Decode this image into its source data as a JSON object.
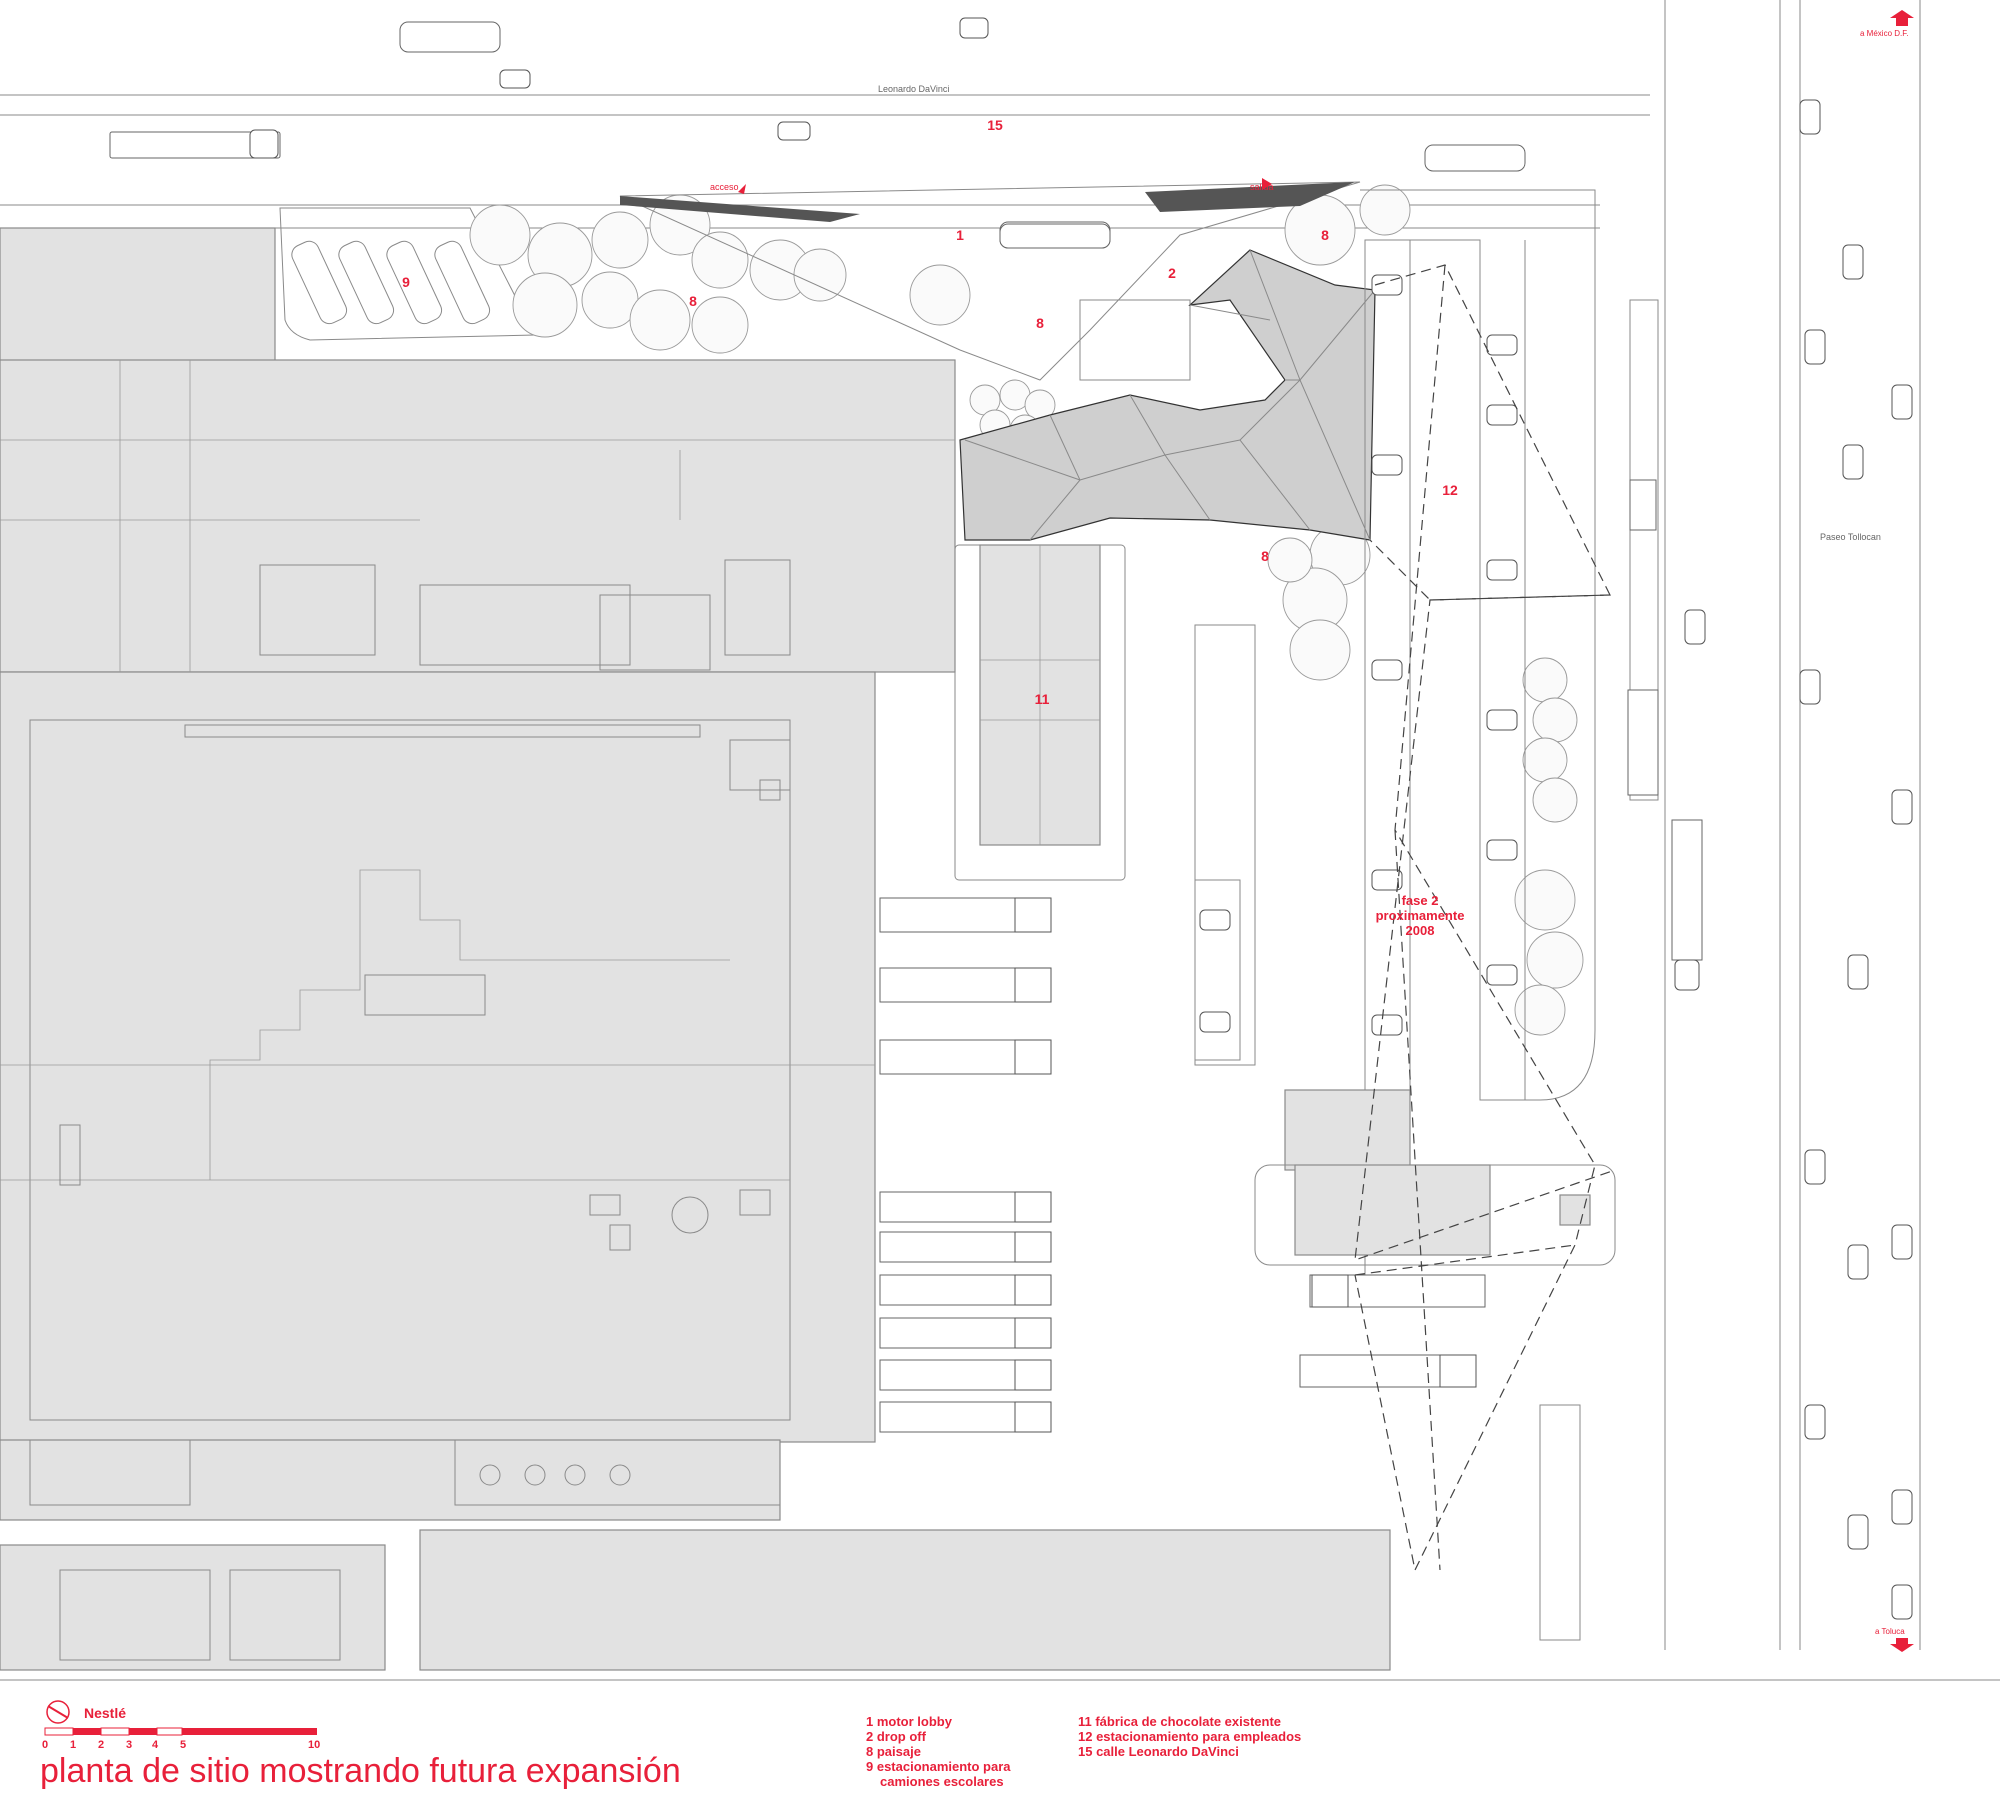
{
  "labels": {
    "street_top": "Leonardo DaVinci",
    "street_right": "Paseo Tollocan",
    "acceso": "acceso",
    "salida": "salida",
    "to_mexico": "a México D.F.",
    "to_toluca": "a Toluca",
    "fase2_line1": "fase 2",
    "fase2_line2": "proximamente",
    "fase2_line3": "2008"
  },
  "zones": [
    {
      "id": "n15",
      "num": "15"
    },
    {
      "id": "n1",
      "num": "1"
    },
    {
      "id": "n2",
      "num": "2"
    },
    {
      "id": "n8a",
      "num": "8"
    },
    {
      "id": "n8b",
      "num": "8"
    },
    {
      "id": "n8c",
      "num": "8"
    },
    {
      "id": "n8d",
      "num": "8"
    },
    {
      "id": "n9",
      "num": "9"
    },
    {
      "id": "n11",
      "num": "11"
    },
    {
      "id": "n12",
      "num": "12"
    }
  ],
  "legend": {
    "brand": "Nestlé",
    "scale_ticks": [
      "0",
      "1",
      "2",
      "3",
      "4",
      "5",
      "10"
    ],
    "title": "planta de sitio mostrando futura expansión",
    "col1": [
      "1 motor lobby",
      "2 drop off",
      "8 paisaje",
      "9 estacionamiento para",
      "camiones escolares"
    ],
    "col2": [
      "11 fábrica de chocolate existente",
      "12 estacionamiento para empleados",
      "15 calle Leonardo DaVinci"
    ]
  },
  "colors": {
    "accent": "#e8203a",
    "building": "#e2e2e2",
    "line": "#8a8a8a"
  }
}
